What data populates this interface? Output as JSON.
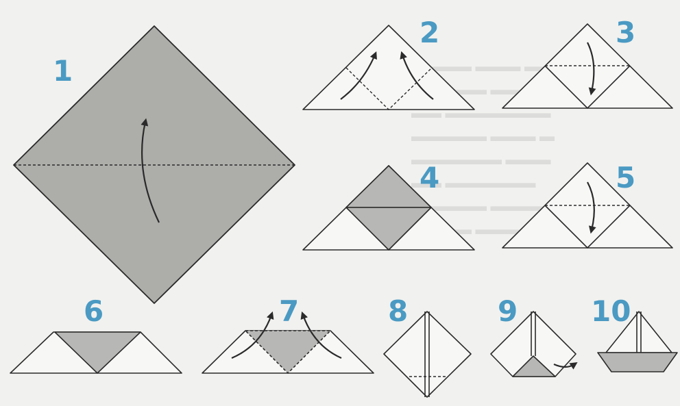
{
  "steps": [
    {
      "number": "1"
    },
    {
      "number": "2"
    },
    {
      "number": "3"
    },
    {
      "number": "4"
    },
    {
      "number": "5"
    },
    {
      "number": "6"
    },
    {
      "number": "7"
    },
    {
      "number": "8"
    },
    {
      "number": "9"
    },
    {
      "number": "10"
    }
  ],
  "colors": {
    "step_number": "#4a9ac3",
    "paper": "#f7f7f6",
    "paper_shaded": "#b7b7b5",
    "outline": "#2a2a2a"
  }
}
